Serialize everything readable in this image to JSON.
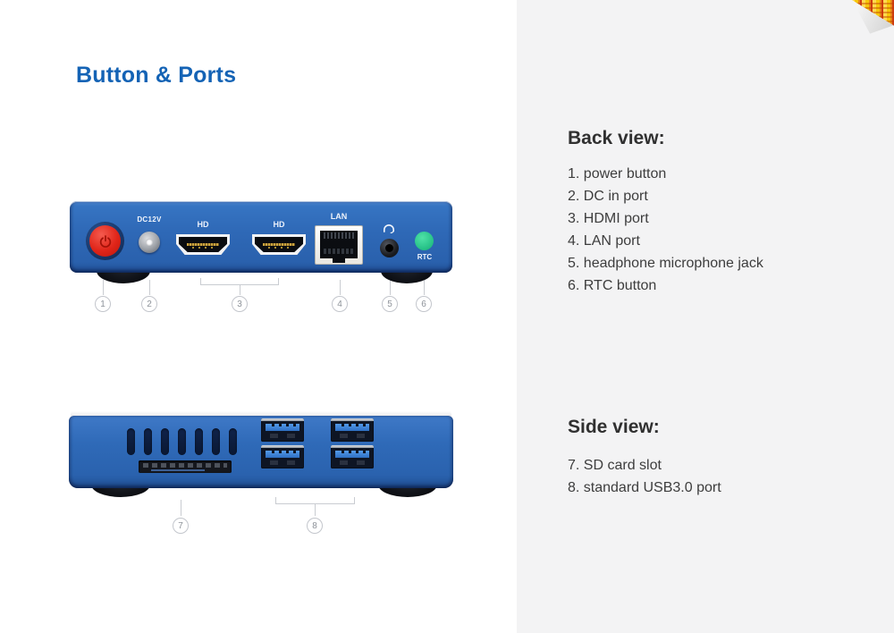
{
  "title": "Button & Ports",
  "colors": {
    "accent": "#1463b5",
    "device_blue": "#2e68b6",
    "panel_bg": "#f3f3f4",
    "power_red": "#e02519",
    "rtc_green": "#27c288"
  },
  "back_section": {
    "heading": "Back view:",
    "items": [
      "1. power button",
      "2. DC in port",
      "3. HDMI port",
      "4. LAN port",
      "5. headphone microphone jack",
      "6. RTC button"
    ]
  },
  "side_section": {
    "heading": "Side view:",
    "items": [
      "7. SD card slot",
      "8. standard USB3.0 port"
    ]
  },
  "back_device": {
    "dc_label": "DC12V",
    "hdmi1_label": "HD",
    "hdmi2_label": "HD",
    "lan_label": "LAN",
    "rtc_label": "RTC",
    "callouts": [
      "1",
      "2",
      "3",
      "4",
      "5",
      "6"
    ]
  },
  "side_device": {
    "callouts": [
      "7",
      "8"
    ]
  },
  "icons": {
    "power": "power-icon",
    "headphone": "headphone-icon",
    "page_curl": "page-curl-icon"
  }
}
